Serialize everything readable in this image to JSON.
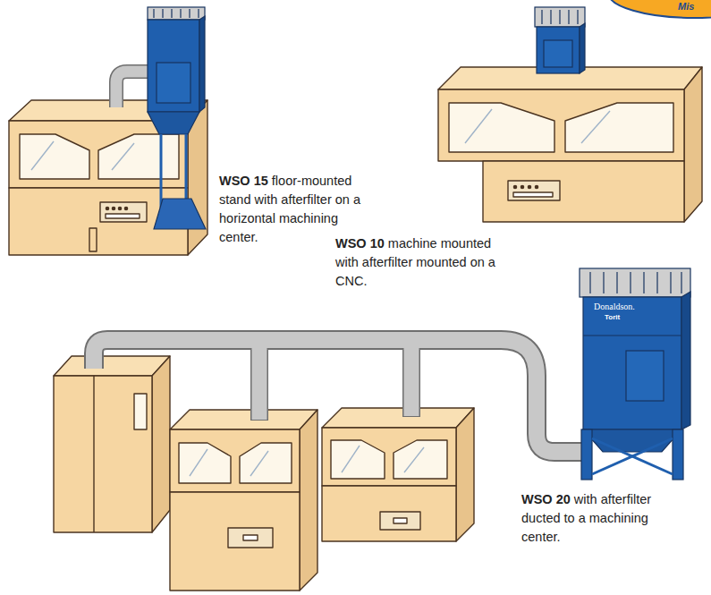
{
  "diagram": {
    "labels": [
      "Mis",
      "WSO 15",
      "floor-mounted stand with afterfilter on a horizontal machining center.",
      "WSO 10",
      "machine mounted with afterfilter mounted on a CNC.",
      "WSO 20",
      "with afterfilter ducted to a machining center.",
      "Donaldson.",
      "Torit"
    ]
  }
}
